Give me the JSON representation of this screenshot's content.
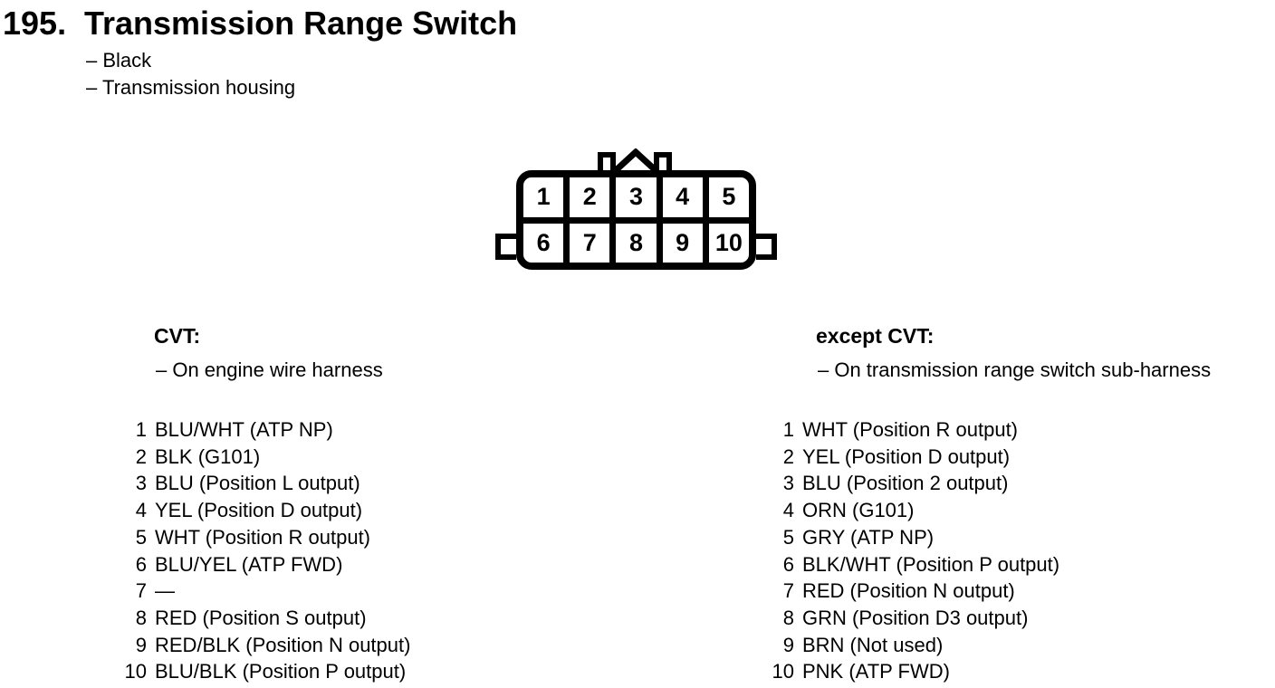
{
  "colors": {
    "ink": "#000000",
    "paper": "#ffffff"
  },
  "header": {
    "number": "195.",
    "title": "Transmission Range Switch",
    "notes": [
      "– Black",
      "– Transmission housing"
    ]
  },
  "connector": {
    "pins": [
      "1",
      "2",
      "3",
      "4",
      "5",
      "6",
      "7",
      "8",
      "9",
      "10"
    ]
  },
  "sections": [
    {
      "heading": "CVT:",
      "subheading": "– On engine wire harness",
      "pins": [
        {
          "num": "1",
          "label": "BLU/WHT (ATP NP)"
        },
        {
          "num": "2",
          "label": "BLK (G101)"
        },
        {
          "num": "3",
          "label": "BLU (Position L output)"
        },
        {
          "num": "4",
          "label": "YEL (Position D output)"
        },
        {
          "num": "5",
          "label": "WHT (Position R output)"
        },
        {
          "num": "6",
          "label": "BLU/YEL (ATP FWD)"
        },
        {
          "num": "7",
          "label": "—"
        },
        {
          "num": "8",
          "label": "RED (Position S output)"
        },
        {
          "num": "9",
          "label": "RED/BLK (Position N output)"
        },
        {
          "num": "10",
          "label": "BLU/BLK (Position P output)"
        }
      ]
    },
    {
      "heading": "except CVT:",
      "subheading": "– On transmission range switch sub-harness",
      "pins": [
        {
          "num": "1",
          "label": "WHT (Position R output)"
        },
        {
          "num": "2",
          "label": "YEL (Position D output)"
        },
        {
          "num": "3",
          "label": "BLU (Position 2 output)"
        },
        {
          "num": "4",
          "label": "ORN (G101)"
        },
        {
          "num": "5",
          "label": "GRY (ATP NP)"
        },
        {
          "num": "6",
          "label": "BLK/WHT (Position P output)"
        },
        {
          "num": "7",
          "label": "RED (Position N output)"
        },
        {
          "num": "8",
          "label": "GRN (Position D3 output)"
        },
        {
          "num": "9",
          "label": "BRN (Not used)"
        },
        {
          "num": "10",
          "label": "PNK (ATP FWD)"
        }
      ]
    }
  ]
}
